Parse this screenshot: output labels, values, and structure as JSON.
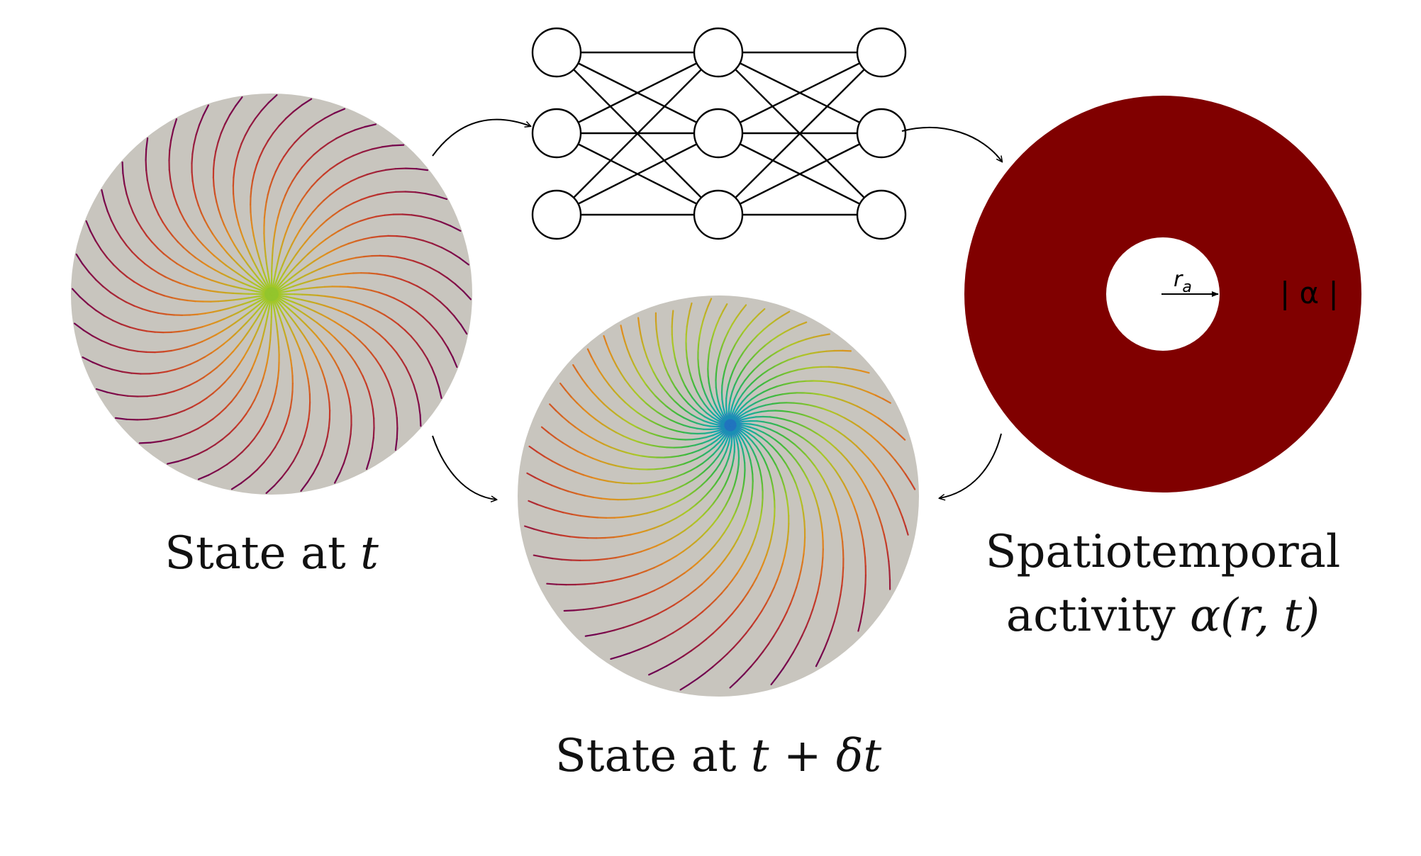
{
  "labels": {
    "state_t_prefix": "State at ",
    "state_t_var": "t",
    "state_tdt_prefix": "State at ",
    "state_tdt_expr": "t + δt",
    "activity_line1": "Spatiotemporal",
    "activity_line2_prefix": "activity ",
    "activity_line2_expr": "α(r, t)",
    "radius_symbol": "r",
    "radius_subscript": "a",
    "magnitude": "| α |"
  },
  "network": {
    "layers": 3,
    "nodes_per_layer": 3
  },
  "colors": {
    "disk_fill": "#c8c5be",
    "annulus_fill": "#800000",
    "stroke": "#000000",
    "node_fill": "#ffffff"
  }
}
